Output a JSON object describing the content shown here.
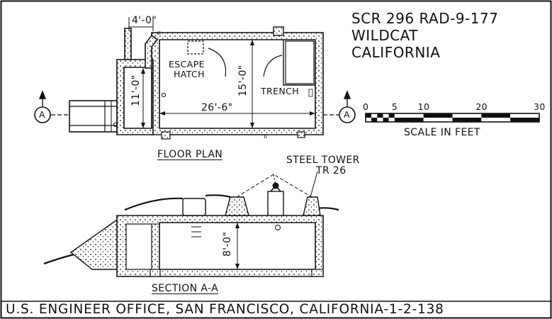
{
  "title_block": {
    "id_line": "SCR 296   RAD-9-177",
    "site": "WILDCAT",
    "state": "CALIFORNIA"
  },
  "scale_bar": {
    "ticks": [
      "0",
      "5",
      "10",
      "20",
      "30"
    ],
    "tick_values": [
      0,
      5,
      10,
      20,
      30
    ],
    "label": "SCALE  IN  FEET"
  },
  "floor_plan": {
    "caption": "FLOOR  PLAN",
    "escape_hatch": "ESCAPE\nHATCH",
    "trench": "TRENCH",
    "dim_length": "26'-6\"",
    "dim_width": "15'-0\"",
    "dim_side_room": "11'-0\"",
    "dim_corridor": "4'-0\"",
    "section_marker": "A"
  },
  "section": {
    "caption": "SECTION   A-A",
    "steel_tower": "STEEL  TOWER",
    "tower_id": "TR 26",
    "dim_height": "8'-0\""
  },
  "footer": {
    "text": "U.S. ENGINEER  OFFICE,   SAN  FRANCISCO,   CALIFORNIA-1-2-138"
  }
}
